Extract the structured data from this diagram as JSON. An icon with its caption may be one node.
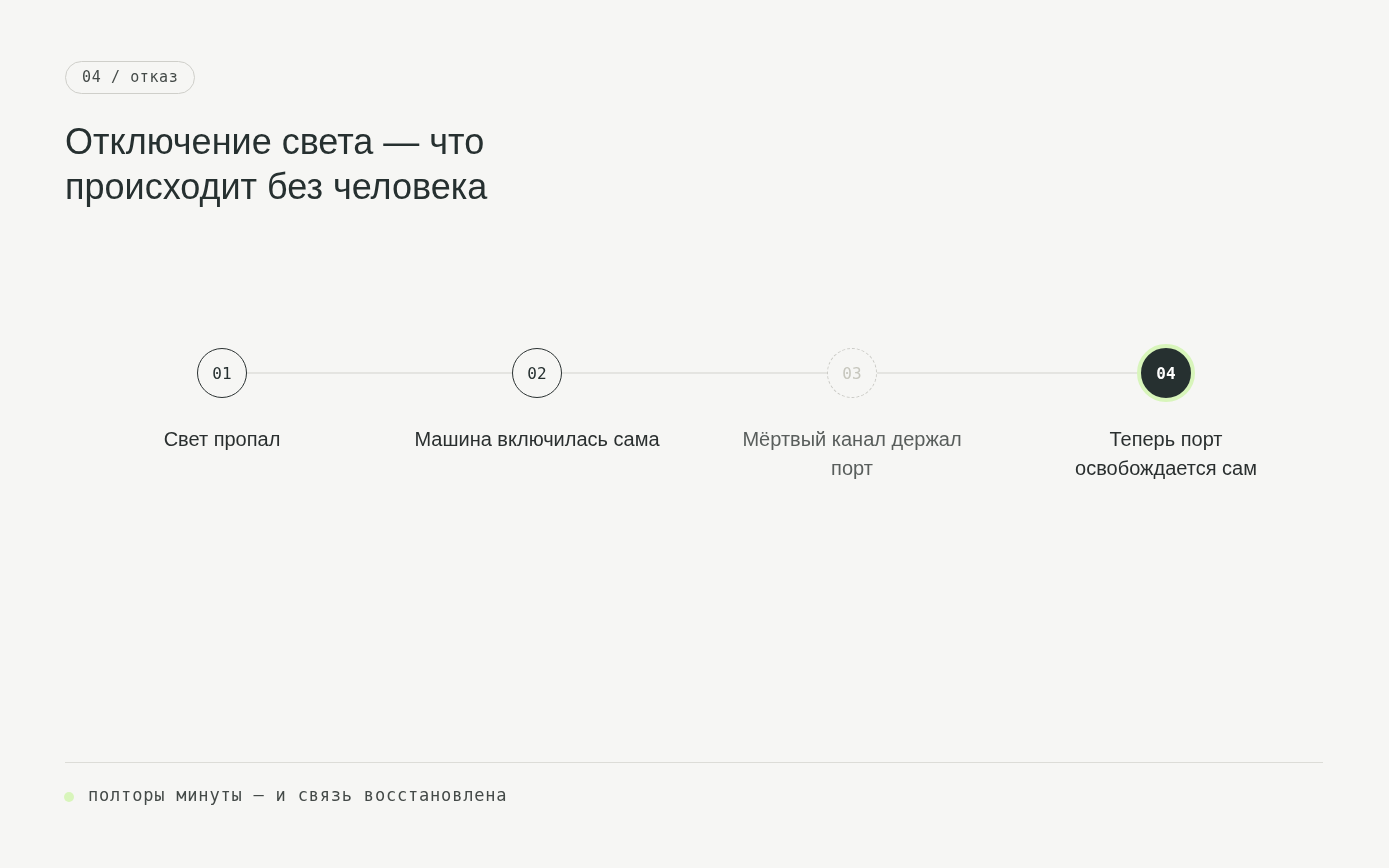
{
  "diagram": {
    "title": "Отключение света — что происходит без человека",
    "nodes": [
      {
        "text": [
          "01"
        ],
        "beside": [
          "Свет пропал"
        ]
      },
      {
        "text": [
          "02"
        ],
        "beside": [
          "Машина включилась сама"
        ]
      },
      {
        "text": [
          "03"
        ],
        "beside": [
          "Мёртвый канал держал порт"
        ]
      },
      {
        "text": [
          "04"
        ],
        "beside": [
          "Теперь порт освобождается сам"
        ]
      }
    ],
    "edges": [
      {
        "from": 0,
        "to": 1,
        "arrow": "none"
      },
      {
        "from": 1,
        "to": 2,
        "arrow": "none"
      },
      {
        "from": 2,
        "to": 3,
        "arrow": "none"
      }
    ],
    "labels": [
      "04 / отказ",
      "полторы минуты — и связь восстановлена"
    ]
  }
}
